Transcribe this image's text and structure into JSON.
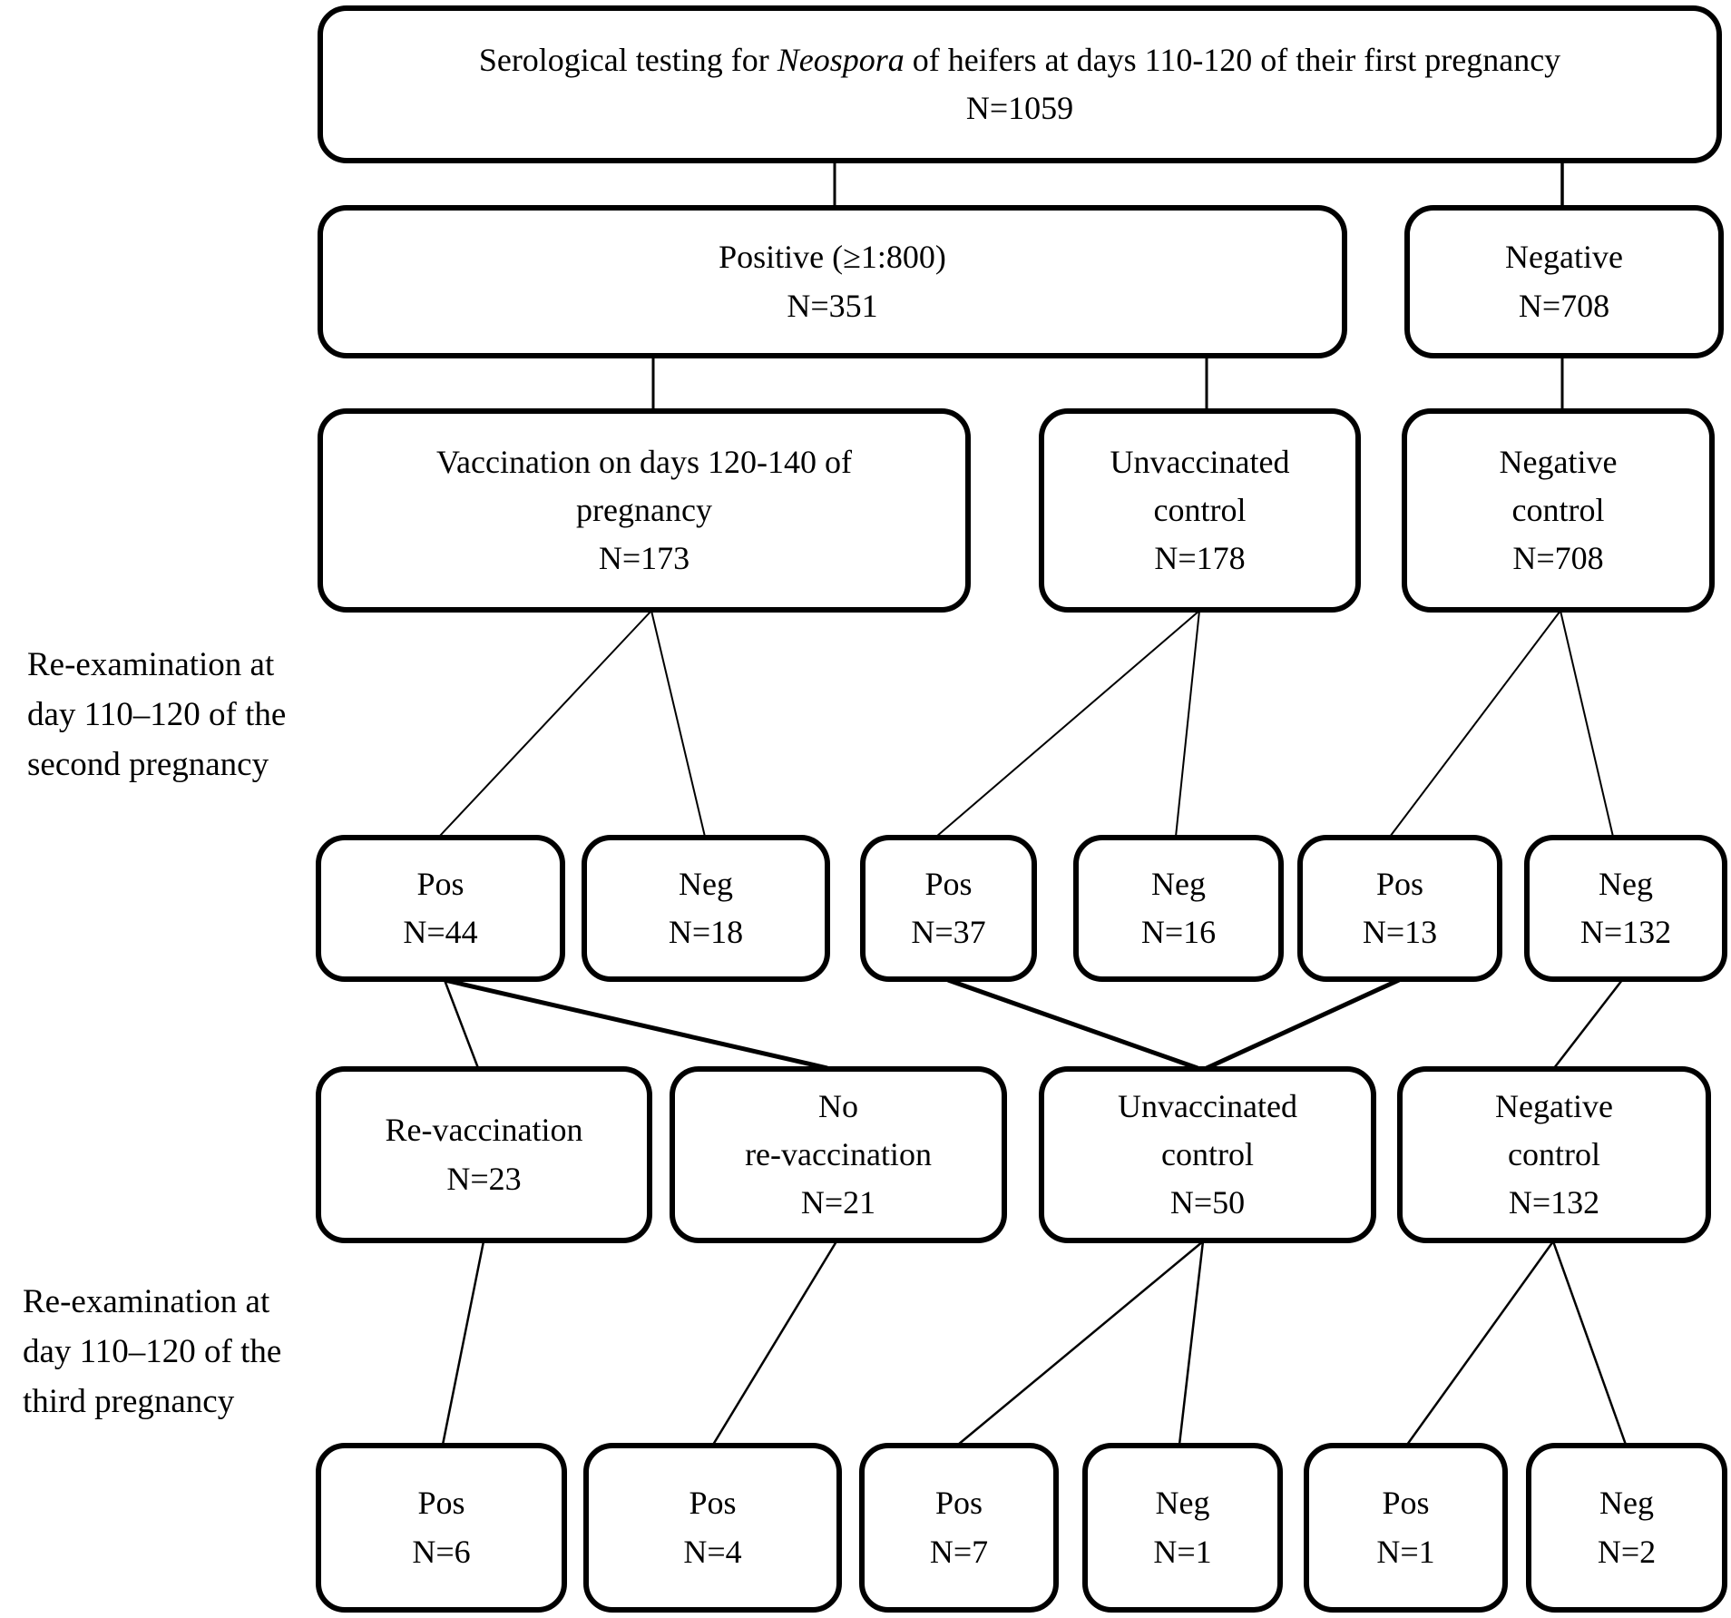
{
  "figure": {
    "type": "flowchart",
    "background": "#ffffff",
    "line_color": "#000000",
    "text_color": "#000000"
  },
  "nodes": {
    "root": {
      "pre": "Serological testing for ",
      "italic": "Neospora",
      "post": " of heifers at days 110-120 of their first pregnancy",
      "n": "N=1059"
    },
    "positive": {
      "lines": [
        "Positive (≥1:800)",
        "N=351"
      ]
    },
    "negative": {
      "lines": [
        "Negative",
        "N=708"
      ]
    },
    "vaccination": {
      "lines": [
        "Vaccination on days 120-140 of",
        "pregnancy",
        "N=173"
      ]
    },
    "unvaccinated_control_1": {
      "lines": [
        "Unvaccinated",
        "control",
        "N=178"
      ]
    },
    "negative_control_1": {
      "lines": [
        "Negative",
        "control",
        "N=708"
      ]
    },
    "pos44": {
      "lines": [
        "Pos",
        "N=44"
      ]
    },
    "neg18": {
      "lines": [
        "Neg",
        "N=18"
      ]
    },
    "pos37": {
      "lines": [
        "Pos",
        "N=37"
      ]
    },
    "neg16": {
      "lines": [
        "Neg",
        "N=16"
      ]
    },
    "pos13": {
      "lines": [
        "Pos",
        "N=13"
      ]
    },
    "neg132": {
      "lines": [
        "Neg",
        "N=132"
      ]
    },
    "revaccination": {
      "lines": [
        "Re-vaccination",
        "N=23"
      ]
    },
    "no_revaccination": {
      "lines": [
        "No",
        "re-vaccination",
        "N=21"
      ]
    },
    "unvaccinated_control_2": {
      "lines": [
        "Unvaccinated",
        "control",
        "N=50"
      ]
    },
    "negative_control_2": {
      "lines": [
        "Negative",
        "control",
        "N=132"
      ]
    },
    "pos6": {
      "lines": [
        "Pos",
        "N=6"
      ]
    },
    "pos4": {
      "lines": [
        "Pos",
        "N=4"
      ]
    },
    "pos7": {
      "lines": [
        "Pos",
        "N=7"
      ]
    },
    "neg1": {
      "lines": [
        "Neg",
        "N=1"
      ]
    },
    "pos1": {
      "lines": [
        "Pos",
        "N=1"
      ]
    },
    "neg2": {
      "lines": [
        "Neg",
        "N=2"
      ]
    }
  },
  "side_labels": {
    "second_pregnancy": {
      "lines": [
        "Re-examination at",
        "day 110–120 of the",
        "second pregnancy"
      ]
    },
    "third_pregnancy": {
      "lines": [
        "Re-examination at",
        "day 110–120 of the",
        "third pregnancy"
      ]
    }
  },
  "edges": [
    {
      "from": "root",
      "to": "positive"
    },
    {
      "from": "root",
      "to": "negative"
    },
    {
      "from": "positive",
      "to": "vaccination"
    },
    {
      "from": "positive",
      "to": "unvaccinated_control_1"
    },
    {
      "from": "negative",
      "to": "negative_control_1"
    },
    {
      "from": "vaccination",
      "to": "pos44"
    },
    {
      "from": "vaccination",
      "to": "neg18"
    },
    {
      "from": "unvaccinated_control_1",
      "to": "pos37"
    },
    {
      "from": "unvaccinated_control_1",
      "to": "neg16"
    },
    {
      "from": "negative_control_1",
      "to": "pos13"
    },
    {
      "from": "negative_control_1",
      "to": "neg132"
    },
    {
      "from": "pos44",
      "to": "revaccination"
    },
    {
      "from": "pos44",
      "to": "no_revaccination"
    },
    {
      "from": "pos37",
      "to": "unvaccinated_control_2"
    },
    {
      "from": "pos13",
      "to": "unvaccinated_control_2"
    },
    {
      "from": "neg132",
      "to": "negative_control_2"
    },
    {
      "from": "revaccination",
      "to": "pos6"
    },
    {
      "from": "no_revaccination",
      "to": "pos4"
    },
    {
      "from": "unvaccinated_control_2",
      "to": "pos7"
    },
    {
      "from": "unvaccinated_control_2",
      "to": "neg1"
    },
    {
      "from": "negative_control_2",
      "to": "pos1"
    },
    {
      "from": "negative_control_2",
      "to": "neg2"
    }
  ]
}
